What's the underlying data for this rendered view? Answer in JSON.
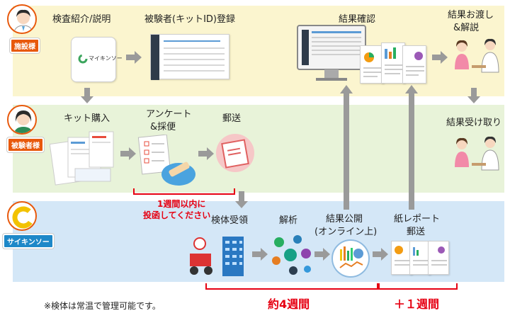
{
  "roles": {
    "facility": "施設様",
    "subject": "被験者様",
    "saikin": "サイキンソー"
  },
  "steps": {
    "kit_intro": "検査紹介/説明",
    "register": "被験者(キットID)登録",
    "result_check": "結果確認",
    "handover_line1": "結果お渡し",
    "handover_line2": "&解説",
    "kit_purchase": "キット購入",
    "survey_line1": "アンケート",
    "survey_line2": "&採便",
    "mail": "郵送",
    "receive_results": "結果受け取り",
    "sample_receipt": "検体受領",
    "analysis": "解析",
    "publish_line1": "結果公開",
    "publish_line2": "(オンライン上)",
    "paper_line1": "紙レポート",
    "paper_line2": "郵送"
  },
  "notes": {
    "deadline_line1": "1週間以内に",
    "deadline_line2": "投函してください",
    "about_4_weeks": "約4週間",
    "plus_1_week": "＋１週間",
    "footnote": "※検体は常温で管理可能です。"
  },
  "logo_text": "マイキンソー",
  "colors": {
    "facility_band": "#fbf5cf",
    "subject_band": "#e8f3d9",
    "saikin_band": "#d4e7f7",
    "role_tag": "#e8590c",
    "accent_red": "#e60012",
    "arrow_gray": "#9a9a9a"
  }
}
